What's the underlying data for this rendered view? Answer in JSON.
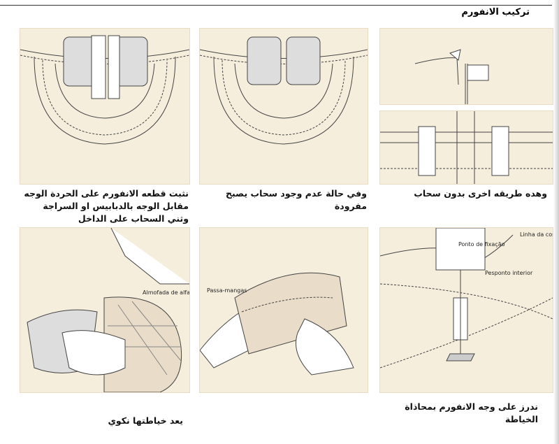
{
  "title": "تركيب الانفورم",
  "captions": {
    "top_right": "وهده طريقه اخرى بدون سحاب",
    "top_middle": "وفي حالة عدم وجود سحاب يصبح مفرودة",
    "top_left": "نثبت قطعه الانفورم على الحردة الوجه مقابل الوجه بالدبابيس او السراجة وثني السحاب على الداخل",
    "bottom_right": "ندرز على وجه الانفورم بمحاذاة الخياطة",
    "bottom_left": "يعد خياطتها نكوي"
  },
  "labels": {
    "almofada": "Almofada de alfaiate",
    "passa": "Passa-mangas",
    "ponto": "Ponto de fixação",
    "linha": "Linha da costura",
    "pesponto": "Pesponto interior"
  }
}
